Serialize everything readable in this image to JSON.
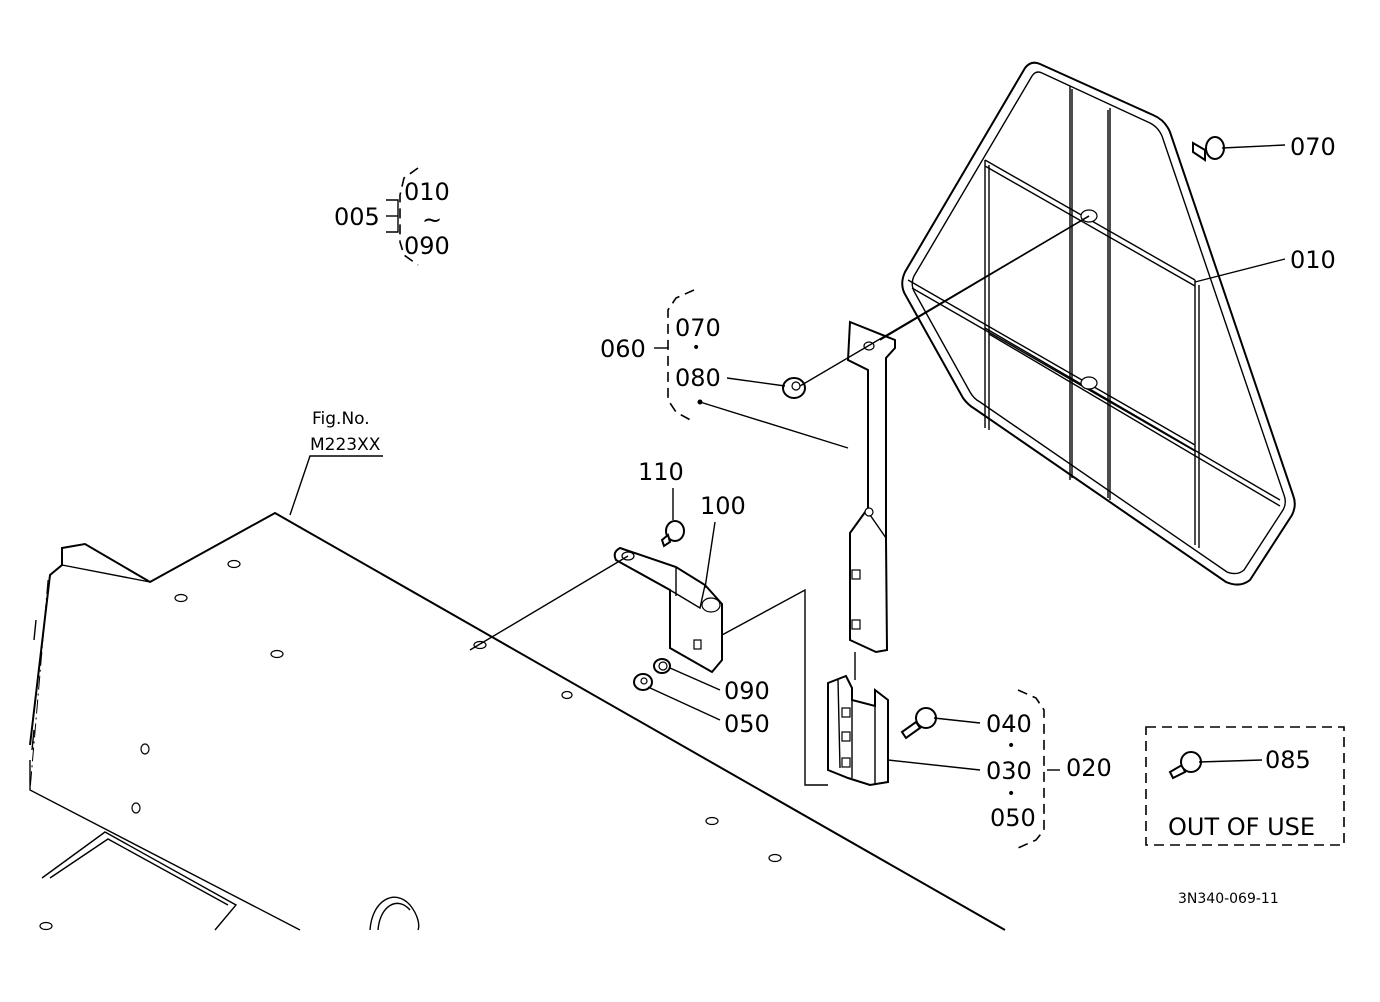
{
  "labels": {
    "p005": "005",
    "p005_from": "010",
    "p005_tilde": "~",
    "p005_to": "090",
    "p060": "060",
    "p060_a": "070",
    "p060_dot": "•",
    "p060_b": "080",
    "fig_no": "Fig.No.",
    "fig_ref": "M223XX",
    "p110": "110",
    "p100": "100",
    "p090": "090",
    "p050": "050",
    "p070": "070",
    "p010": "010",
    "p040": "040",
    "p030": "030",
    "p050b": "050",
    "p020": "020",
    "dot1": "•",
    "dot2": "•",
    "p085": "085",
    "out_of_use": "OUT OF USE",
    "drawing_no": "3N340-069-11"
  }
}
